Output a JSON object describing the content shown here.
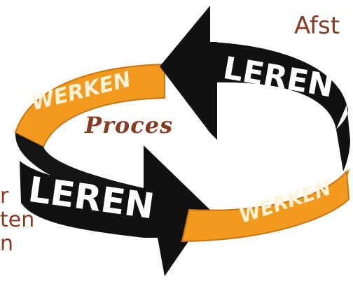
{
  "diagram": {
    "center_label": "Proces",
    "ribbon_top_orange": "WERKEN",
    "ribbon_top_black": "LEREN",
    "ribbon_bottom_black": "LEREN",
    "ribbon_bottom_orange": "WERKEN",
    "side_text_right": "Afst",
    "side_text_left": [
      "r",
      "ten",
      "n"
    ]
  },
  "colors": {
    "orange": "#f29a1e",
    "orange_dark": "#c97410",
    "black": "#111111",
    "text_brown": "#8a3a1e",
    "ribbon_text_light": "#fff2d6"
  }
}
